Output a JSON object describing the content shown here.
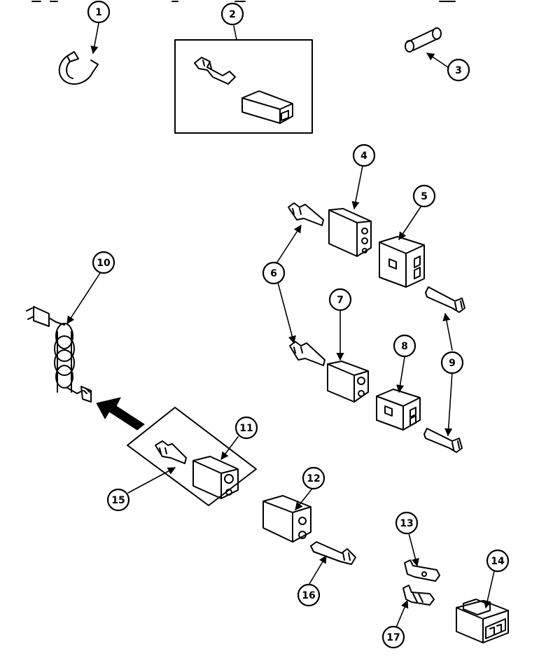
{
  "callouts": {
    "c1": "1",
    "c2": "2",
    "c3": "3",
    "c4": "4",
    "c5": "5",
    "c6": "6",
    "c7": "7",
    "c8": "8",
    "c9": "9",
    "c10": "10",
    "c11": "11",
    "c12": "12",
    "c13": "13",
    "c14": "14",
    "c15": "15",
    "c16": "16",
    "c17": "17"
  },
  "colors": {
    "ink": "#000000",
    "paper": "#ffffff"
  }
}
